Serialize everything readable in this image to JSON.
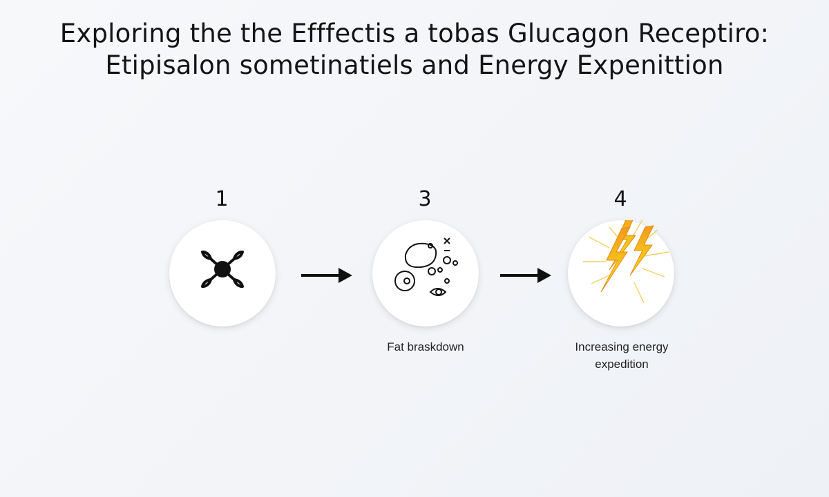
{
  "title": {
    "line1": "Exploring the the Efffectis a tobas Glucagon Receptiro:",
    "line2": "Etipisalon sometinatiels and Energy Expenittion"
  },
  "steps": [
    {
      "number": "1",
      "icon": "receptor-molecule-icon",
      "caption": ""
    },
    {
      "number": "3",
      "icon": "fat-cells-icon",
      "caption": "Fat braskdown"
    },
    {
      "number": "4",
      "icon": "lightning-energy-icon",
      "caption_line1": "Increasing energy",
      "caption_line2": "expedition"
    }
  ],
  "colors": {
    "background": "#f3f5f8",
    "circle": "#ffffff",
    "ink": "#111111",
    "lightning_yellow": "#f7d21a",
    "lightning_orange": "#f39a1e"
  }
}
